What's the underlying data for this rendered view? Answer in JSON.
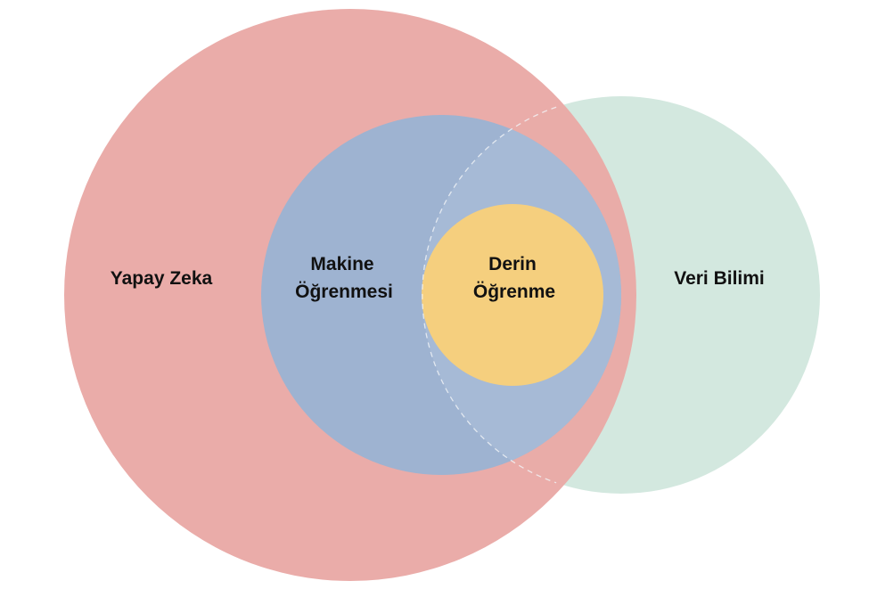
{
  "diagram": {
    "type": "venn",
    "sets": [
      {
        "id": "ai",
        "label_lines": [
          "Yapay Zeka"
        ],
        "color": "#e9a9a6"
      },
      {
        "id": "ds",
        "label_lines": [
          "Veri Bilimi"
        ],
        "color": "#d3e8df"
      },
      {
        "id": "ml",
        "label_lines": [
          "Makine",
          "Öğrenmesi"
        ],
        "color": "#9eb3d1"
      },
      {
        "id": "dl",
        "label_lines": [
          "Derin",
          "Öğrenme"
        ],
        "color": "#f5cf7e"
      }
    ],
    "relations": [
      {
        "subset": "ml",
        "superset": "ai"
      },
      {
        "subset": "dl",
        "superset": "ml"
      },
      {
        "overlap": [
          "ai",
          "ds"
        ]
      }
    ]
  },
  "colors": {
    "label_text": "#111111",
    "ds_edge": "#f2f5f8",
    "ml_over_ds": "#a6bad6"
  }
}
